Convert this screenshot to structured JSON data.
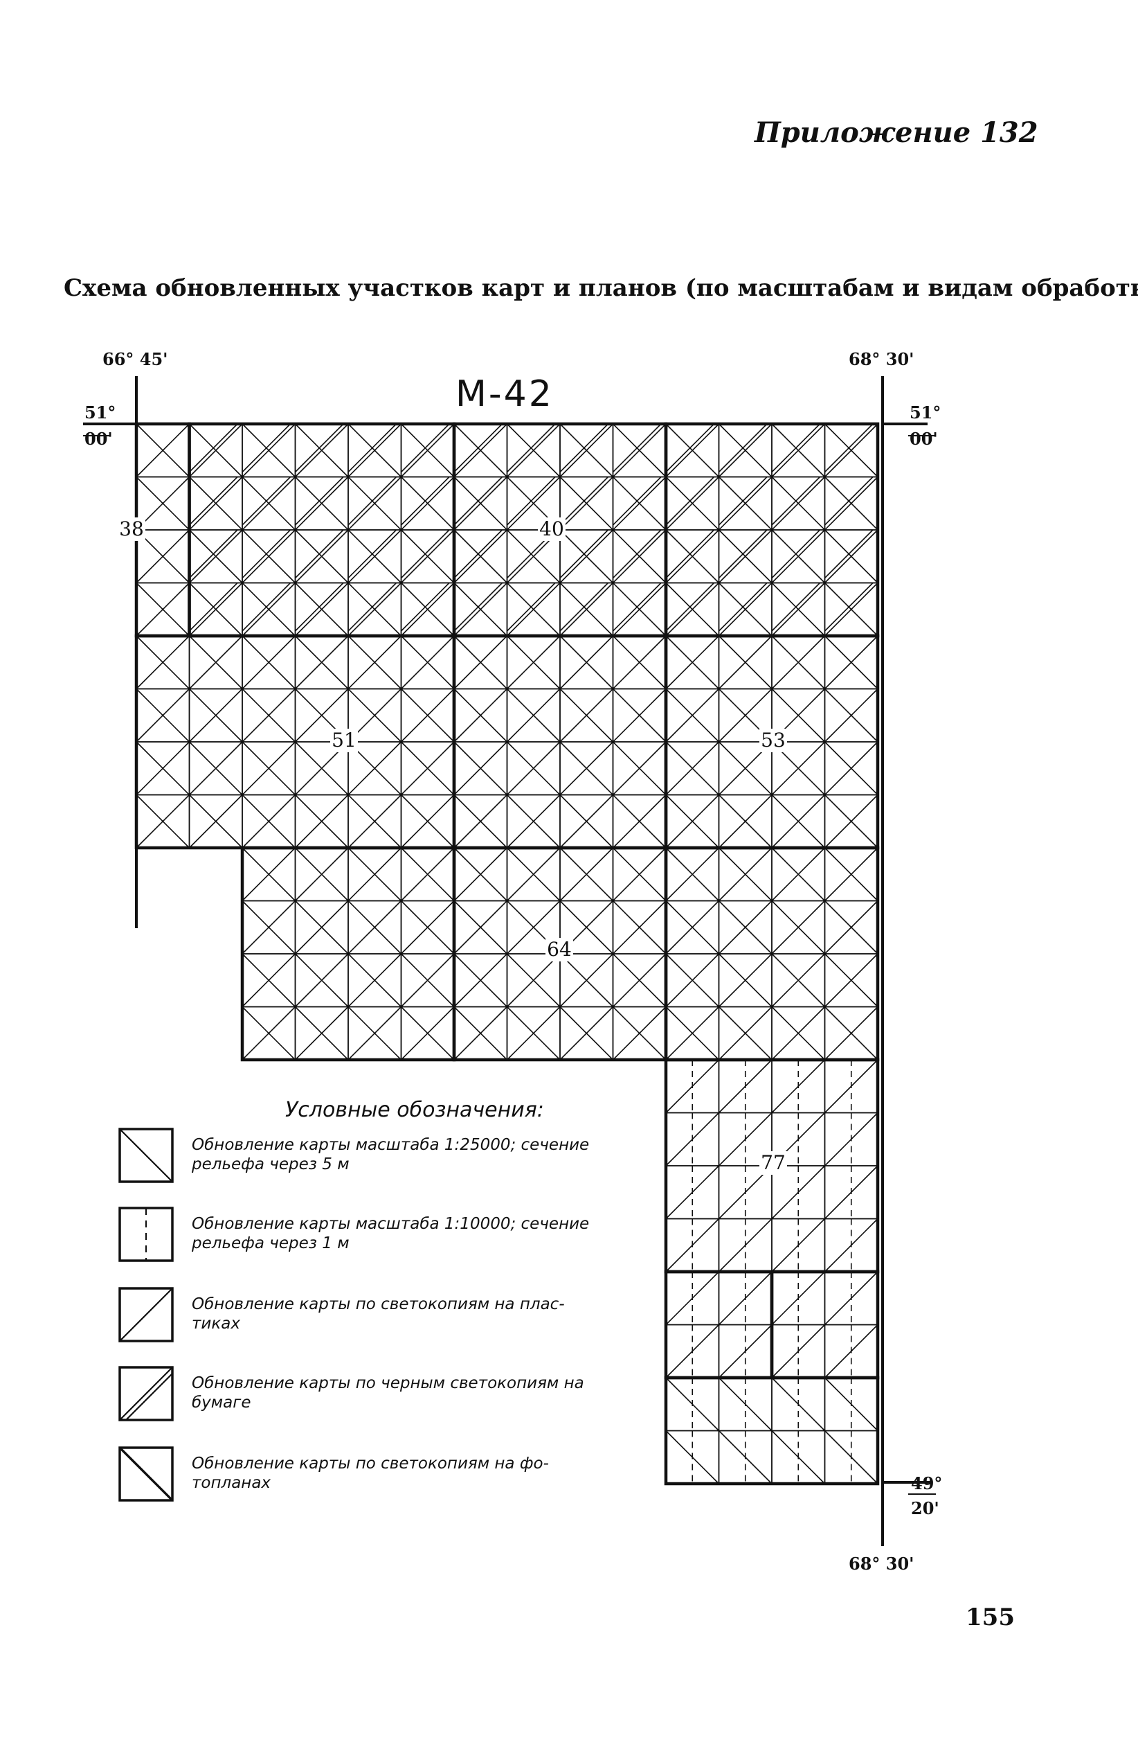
{
  "page": {
    "appendix_label": "Приложение 132",
    "title": "Схема обновленных участков карт и планов (по масштабам и видам обработки)",
    "page_number": "155"
  },
  "map": {
    "sheet_label": "М-42",
    "corners": {
      "top_left_lon": "66° 45'",
      "top_right_lon": "68° 30'",
      "left_lat_deg": "51°",
      "left_lat_min": "00'",
      "right_lat_deg": "51°",
      "right_lat_min": "00'",
      "bottom_lat_deg": "49°",
      "bottom_lat_min": "20'",
      "bottom_lon": "68° 30'"
    },
    "cell_numbers": [
      "38",
      "40",
      "51",
      "53",
      "64",
      "77"
    ]
  },
  "legend": {
    "title": "Условные обозначения:",
    "items": [
      {
        "pattern": "diagonal-backslash",
        "line1": "Обновление карты масштаба 1:25000; сечение",
        "line2": "рельефа через 5 м"
      },
      {
        "pattern": "dashed-vertical",
        "line1": "Обновление карты масштаба 1:10000; сечение",
        "line2": "рельефа через 1 м"
      },
      {
        "pattern": "diagonal-slash",
        "line1": "Обновление карты по светокопиям на плас-",
        "line2": "тиках"
      },
      {
        "pattern": "double-slash",
        "line1": "Обновление карты по черным светокопиям на",
        "line2": "бумаге"
      },
      {
        "pattern": "bold-backslash",
        "line1": "Обновление карты по светокопиям на фо-",
        "line2": "топланах"
      }
    ]
  }
}
